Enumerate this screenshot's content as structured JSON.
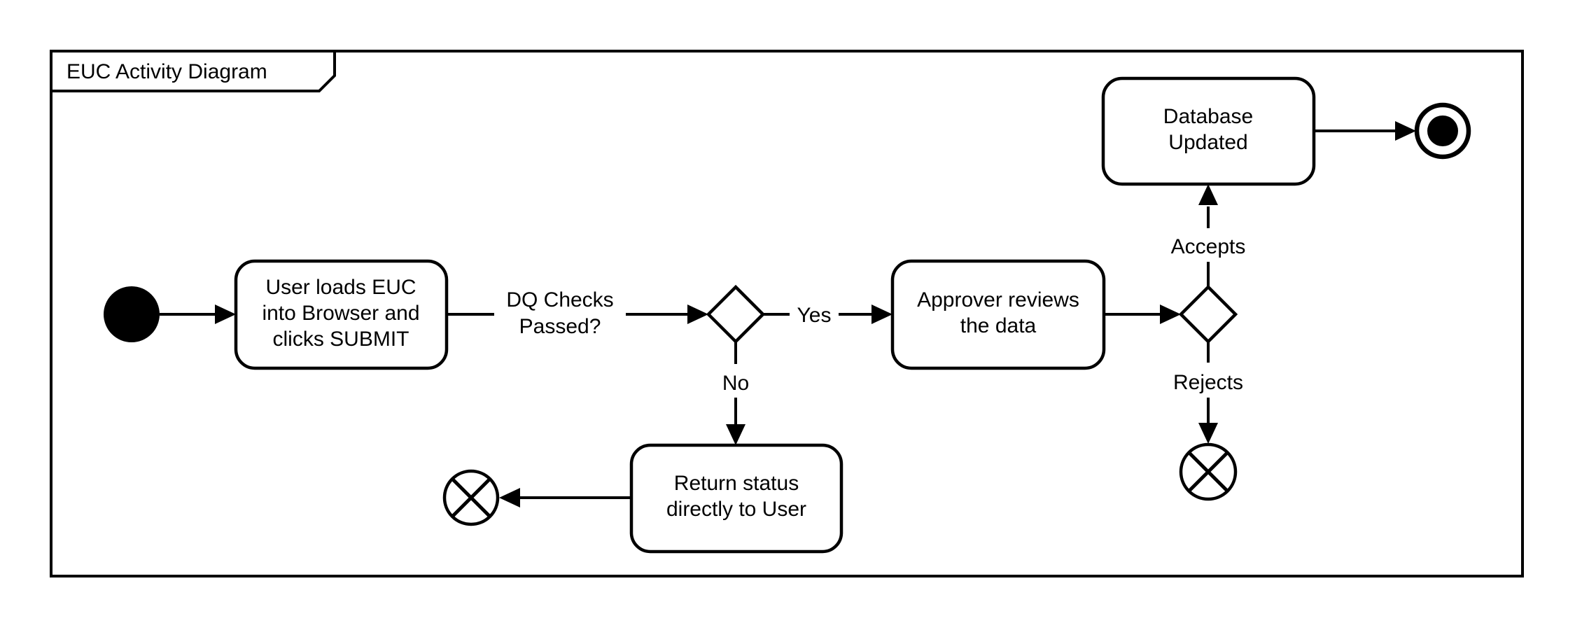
{
  "frame": {
    "title": "EUC Activity Diagram"
  },
  "nodes": {
    "start": {
      "kind": "initial-node"
    },
    "user_loads": {
      "lines": [
        "User loads EUC",
        "into Browser and",
        "clicks SUBMIT"
      ]
    },
    "dq_decision": {
      "kind": "decision-node"
    },
    "approver": {
      "lines": [
        "Approver reviews",
        "the data"
      ]
    },
    "review_decision": {
      "kind": "decision-node"
    },
    "database": {
      "lines": [
        "Database",
        "Updated"
      ]
    },
    "return_status": {
      "lines": [
        "Return status",
        "directly to User"
      ]
    },
    "activity_final": {
      "kind": "activity-final-node"
    },
    "flow_final_reject": {
      "kind": "flow-final-node"
    },
    "flow_final_return": {
      "kind": "flow-final-node"
    }
  },
  "edge_labels": {
    "dq_checks": {
      "lines": [
        "DQ Checks",
        "Passed?"
      ]
    },
    "yes": "Yes",
    "no": "No",
    "accepts": "Accepts",
    "rejects": "Rejects"
  },
  "colors": {
    "stroke": "#000000",
    "fill": "#ffffff",
    "text": "#000000"
  }
}
